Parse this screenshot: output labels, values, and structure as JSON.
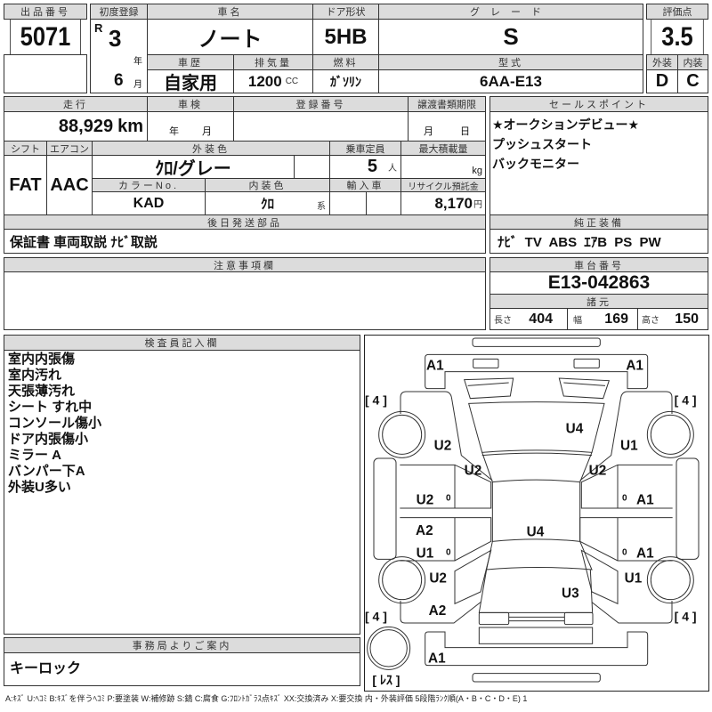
{
  "lot": {
    "label": "出品番号",
    "value": "5071"
  },
  "first_reg": {
    "label": "初度登録",
    "era": "R",
    "year": "3",
    "year_unit": "年",
    "month": "6",
    "month_unit": "月"
  },
  "car_name": {
    "label": "車名",
    "value": "ノート"
  },
  "door": {
    "label": "ドア形状",
    "value": "5HB"
  },
  "grade": {
    "label": "グレード",
    "value": "S"
  },
  "history": {
    "label": "車歴",
    "value": "自家用"
  },
  "displacement": {
    "label": "排気量",
    "value": "1200",
    "unit": "CC"
  },
  "fuel": {
    "label": "燃料",
    "value": "ｶﾞｿﾘﾝ"
  },
  "model": {
    "label": "型式",
    "value": "6AA-E13"
  },
  "score": {
    "label": "評価点",
    "value": "3.5",
    "ext_label": "外装",
    "int_label": "内装",
    "ext": "D",
    "int": "C"
  },
  "mileage": {
    "label": "走行",
    "value": "88,929",
    "unit": "km"
  },
  "inspection": {
    "label": "車検",
    "year_unit": "年",
    "month_unit": "月"
  },
  "reg_no": {
    "label": "登録番号"
  },
  "transfer": {
    "label": "譲渡書類期限",
    "month_unit": "月",
    "day_unit": "日"
  },
  "shift": {
    "label": "シフト",
    "value": "FAT"
  },
  "ac": {
    "label": "エアコン",
    "value": "AAC"
  },
  "ext_color": {
    "label": "外装色",
    "value": "ｸﾛ/グレー"
  },
  "capacity": {
    "label": "乗車定員",
    "value": "5",
    "unit": "人"
  },
  "max_load": {
    "label": "最大積載量",
    "unit": "kg"
  },
  "color_no": {
    "label": "カラーNo.",
    "value": "KAD"
  },
  "int_color": {
    "label": "内装色",
    "value": "ｸﾛ",
    "unit": "系"
  },
  "import": {
    "label": "輸入車"
  },
  "recycle": {
    "label": "リサイクル預託金",
    "value": "8,170",
    "unit": "円"
  },
  "later_parts": {
    "label": "後日発送部品",
    "value": "保証書 車両取説 ﾅﾋﾞ取説"
  },
  "sales_points": {
    "label": "セールスポイント",
    "items": [
      "★オークションデビュー★",
      "プッシュスタート",
      "バックモニター"
    ]
  },
  "equipment": {
    "label": "純正装備",
    "value": "ﾅﾋﾞ TV ABS ｴｱB PS PW"
  },
  "notes": {
    "label": "注意事項欄"
  },
  "chassis": {
    "label": "車台番号",
    "value": "E13-042863"
  },
  "specs": {
    "label": "諸元",
    "length_label": "長さ",
    "length": "404",
    "width_label": "幅",
    "width": "169",
    "height_label": "高さ",
    "height": "150"
  },
  "inspector": {
    "label": "検査員記入欄",
    "items": [
      "室内内張傷",
      "室内汚れ",
      "天張薄汚れ",
      "シート すれ中",
      "コンソール傷小",
      "ドア内張傷小",
      "ミラー A",
      "バンパー下A",
      "外装U多い"
    ]
  },
  "office": {
    "label": "事務局よりご案内",
    "value": "キーロック"
  },
  "diagram": {
    "marks": {
      "front_l": "A1",
      "front_r": "A1",
      "hood": "U4",
      "fender_fl": "U2",
      "fender_fr": "U1",
      "pillar_l": "U2",
      "pillar_r": "U2",
      "door_fl": "U2",
      "door_fr": "A1",
      "door_rl_a": "A2",
      "door_rl_u": "U1",
      "door_rr": "A1",
      "roof": "U4",
      "fender_rl": "U2",
      "fender_rr": "U1",
      "quarter_rl": "A2",
      "trunk": "U3",
      "rear": "A1",
      "mirror_l": "0",
      "mirror_r": "0",
      "handle_l": "0",
      "handle_r": "0"
    },
    "tires": {
      "fl": "[ 4 ]",
      "fr": "[ 4 ]",
      "rl": "[ 4 ]",
      "rr": "[ 4 ]",
      "spare": "[ ﾚｽ ]"
    }
  },
  "legend": "A:ｷｽﾞ U:ﾍｺﾐ B:ｷｽﾞを伴うﾍｺﾐ P:要塗装 W:補修跡 S:錆 C:腐食 G:ﾌﾛﾝﾄｶﾞﾗｽ点ｷｽﾞ XX:交換済み X:要交換 内・外装評価 5段階ﾗﾝｸ順(A・B・C・D・E) 1"
}
